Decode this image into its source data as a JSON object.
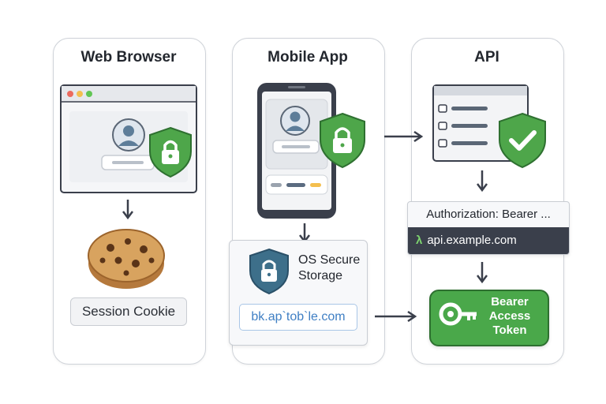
{
  "panels": [
    {
      "title": "Web Browser"
    },
    {
      "title": "Mobile App"
    },
    {
      "title": "API"
    }
  ],
  "browser": {
    "storage_label": "Session Cookie"
  },
  "mobile": {
    "storage_title_line1": "OS Secure",
    "storage_title_line2": "Storage",
    "storage_value": "bk.ap`tob`le.com"
  },
  "api": {
    "header_label": "Authorization: Bearer ...",
    "host": "api.example.com",
    "token_line1": "Bearer",
    "token_line2": "Access",
    "token_line3": "Token"
  },
  "icons": [
    "user-icon",
    "lock-shield-icon",
    "cookie-icon",
    "check-shield-icon",
    "key-icon",
    "arrow-icon"
  ],
  "colors": {
    "green": "#3f9b3e",
    "teal_shield": "#3d6f8a",
    "dark_bar": "#3a3f4b",
    "key_green": "#4aa84a"
  }
}
